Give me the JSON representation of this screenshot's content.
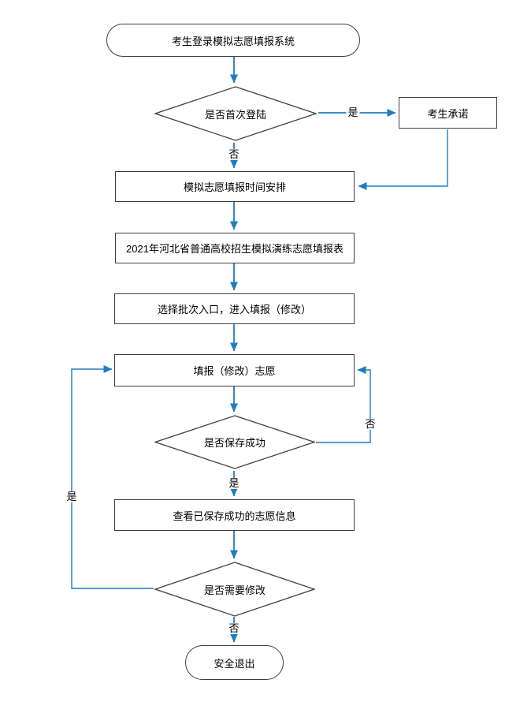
{
  "diagram": {
    "type": "flowchart",
    "nodes": {
      "start": {
        "shape": "terminator",
        "label": "考生登录模拟志愿填报系统"
      },
      "first_login_decision": {
        "shape": "decision",
        "label": "是否首次登陆"
      },
      "candidate_commitment": {
        "shape": "process",
        "label": "考生承诺"
      },
      "schedule": {
        "shape": "process",
        "label": "模拟志愿填报时间安排"
      },
      "application_form": {
        "shape": "process",
        "label": "2021年河北省普通高校招生模拟演练志愿填报表"
      },
      "choose_batch": {
        "shape": "process",
        "label": "选择批次入口，进入填报（修改）"
      },
      "fill_modify": {
        "shape": "process",
        "label": "填报（修改）志愿"
      },
      "save_success_decision": {
        "shape": "decision",
        "label": "是否保存成功"
      },
      "view_saved": {
        "shape": "process",
        "label": "查看已保存成功的志愿信息"
      },
      "need_modify_decision": {
        "shape": "decision",
        "label": "是否需要修改"
      },
      "exit": {
        "shape": "terminator",
        "label": "安全退出"
      }
    },
    "edge_labels": {
      "first_login_yes": "是",
      "first_login_no": "否",
      "save_success_no": "否",
      "save_success_yes": "是",
      "need_modify_yes": "是",
      "need_modify_no": "否"
    },
    "colors": {
      "connector": "#1e7cc3",
      "shape_border": "#3f3f3f"
    }
  }
}
